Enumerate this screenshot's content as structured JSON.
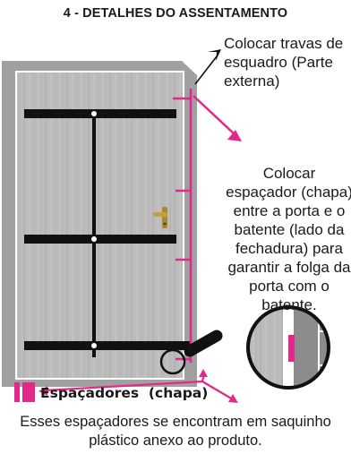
{
  "title": "4 - DETALHES DO ASSENTAMENTO",
  "notes": {
    "travas": "Colocar travas de esquadro (Parte externa)",
    "espacador": "Colocar espaçador (chapa) entre a porta e o batente (lado da fechadura) para garantir a folga da porta com o batente."
  },
  "legend": {
    "label": "Espaçadores  (chapa)",
    "color": "#e2288a"
  },
  "footnote": "Esses espaçadores se encontram em saquinho plástico anexo ao produto.",
  "colors": {
    "frame": "#9e9e9e",
    "door": "#b9b9b9",
    "brace": "#111111",
    "accent": "#e2288a",
    "handle": "#a8892b"
  }
}
